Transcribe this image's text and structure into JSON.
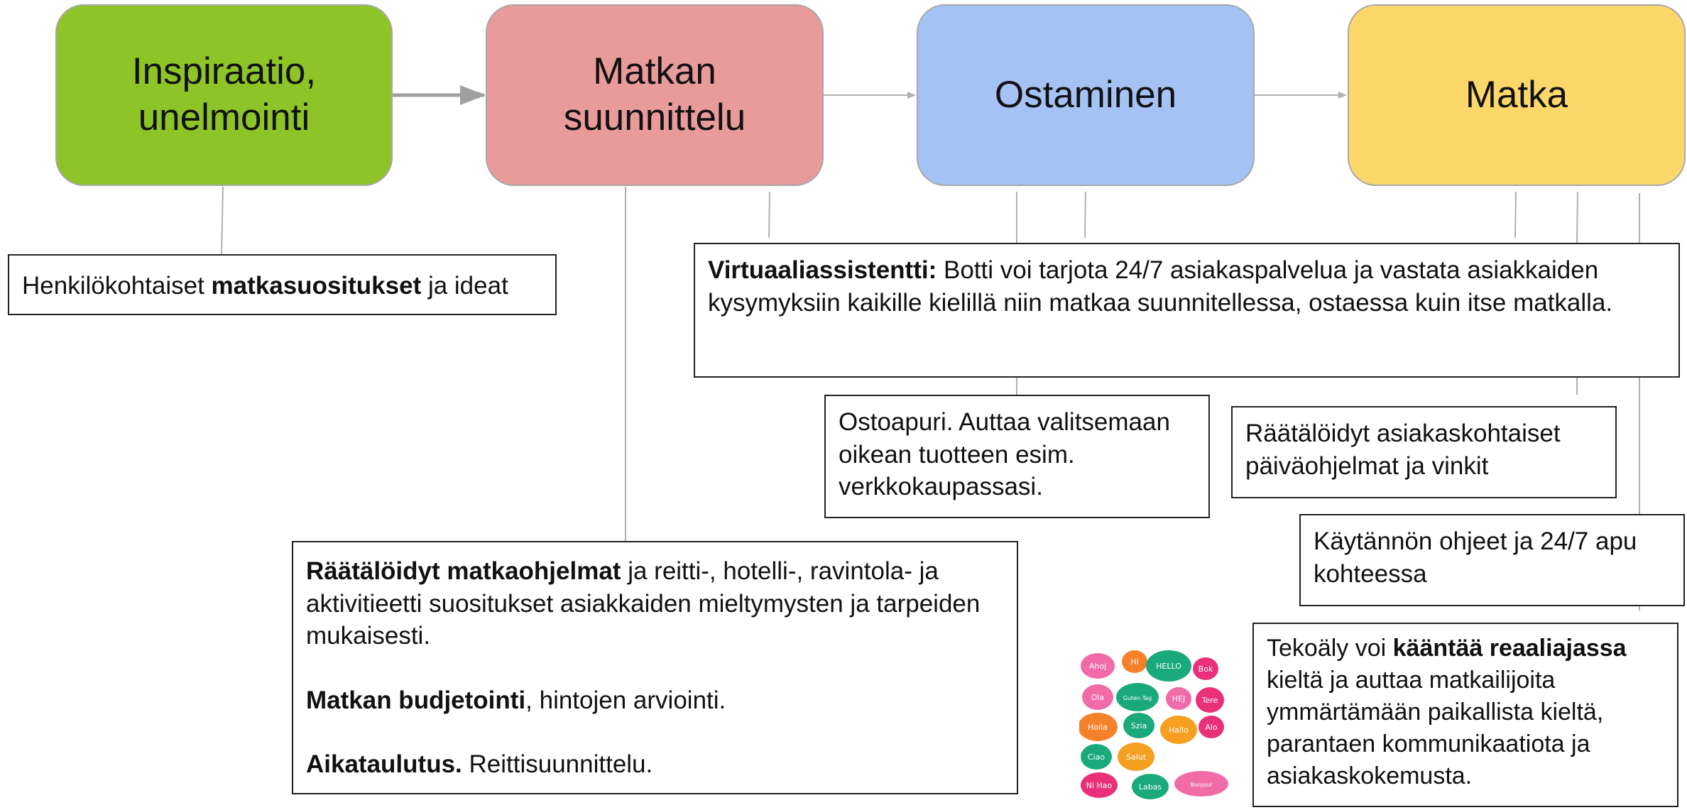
{
  "colors": {
    "inspiraatio": "#8ec427",
    "suunnittelu": "#e99a9a",
    "ostaminen": "#a4c2f4",
    "matka": "#fcd86b",
    "connector": "#b0b0b0"
  },
  "stages": {
    "inspiraatio": "Inspiraatio,\nunelmointi",
    "suunnittelu": "Matkan\nsuunnittelu",
    "ostaminen": "Ostaminen",
    "matka": "Matka"
  },
  "boxes": {
    "matkasuositukset": {
      "pre": "Henkilökohtaiset ",
      "bold": "matkasuositukset",
      "post": " ja ideat"
    },
    "virtuaaliassistentti": {
      "bold": "Virtuaaliassistentti:",
      "post": " Botti voi tarjota 24/7 asiakaspalvelua ja vastata asiakkaiden kysymyksiin kaikille kielillä niin matkaa suunnitellessa, ostaessa kuin itse matkalla."
    },
    "ostoapuri": "Ostoapuri. Auttaa valitsemaan oikean tuotteen esim. verkkokaupassasi.",
    "paivaohjelmat": "Räätälöidyt asiakaskohtaiset päiväohjelmat ja vinkit",
    "ohjeet": "Käytännön ohjeet ja 24/7 apu kohteessa",
    "suunnittelu": {
      "p1_bold": "Räätälöidyt matkaohjelmat",
      "p1_post": " ja reitti-, hotelli-, ravintola- ja aktivitieetti suositukset asiakkaiden mieltymysten ja tarpeiden mukaisesti.",
      "p2_bold": "Matkan budjetointi",
      "p2_post": ", hintojen arviointi.",
      "p3_bold": "Aikataulutus.",
      "p3_post": " Reittisuunnittelu."
    },
    "kaantaa": {
      "pre": "Tekoäly voi ",
      "bold": "kääntää reaaliajassa",
      "post": " kieltä ja auttaa matkailijoita ymmärtämään paikallista kieltä, parantaen kommunikaatiota ja asiakaskokemusta."
    }
  },
  "greetings": [
    "Ahoj",
    "Hi",
    "HELLO",
    "Bok",
    "Ola",
    "Guten Tag",
    "HEJ",
    "Tere",
    "Holla",
    "Szia",
    "Hallo",
    "Alo",
    "Ciao",
    "Salut",
    "Ni Hao",
    "Labas",
    "Bonjour"
  ]
}
